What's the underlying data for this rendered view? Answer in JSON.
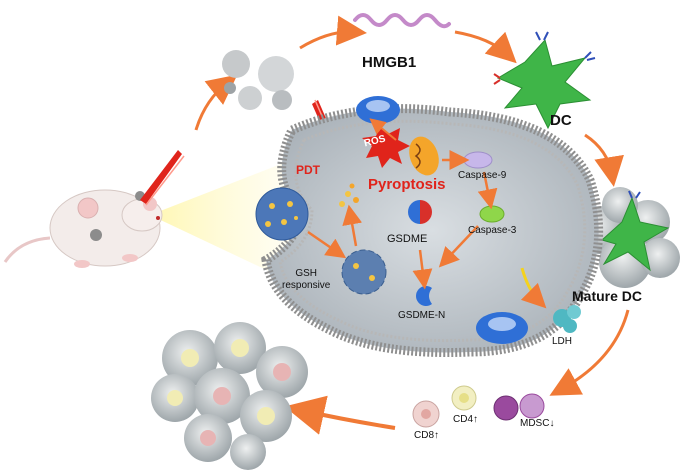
{
  "labels": {
    "hmgb1": "HMGB1",
    "dc": "DC",
    "mature_dc": "Mature DC",
    "pdt": "PDT",
    "ros": "ROS",
    "pyroptosis": "Pyroptosis",
    "caspase9": "Caspase-9",
    "caspase3": "Caspase-3",
    "gsdme": "GSDME",
    "gsdme_n": "GSDME-N",
    "gsh_line1": "GSH",
    "gsh_line2": "responsive",
    "ldh": "LDH",
    "cd8": "CD8↑",
    "cd4": "CD4↑",
    "mdsc": "MDSC↓"
  },
  "colors": {
    "arrow": "#f07a36",
    "laser": "#e0241b",
    "membrane": "#8f8f8f",
    "dc_green": "#3fb548",
    "pore_blue": "#2f6fd6",
    "caspase9": "#c7b7ea",
    "caspase3": "#8fd64a",
    "gsdme_red": "#d8302a",
    "ldh_teal": "#4fb8c2",
    "mdsc_purple": "#9a4a9e"
  },
  "icons": [
    "mouse-icon",
    "laser-beam-icon",
    "nanoparticle-icon",
    "dendritic-cell-icon",
    "tumor-cluster-icon",
    "immune-cell-icon"
  ]
}
